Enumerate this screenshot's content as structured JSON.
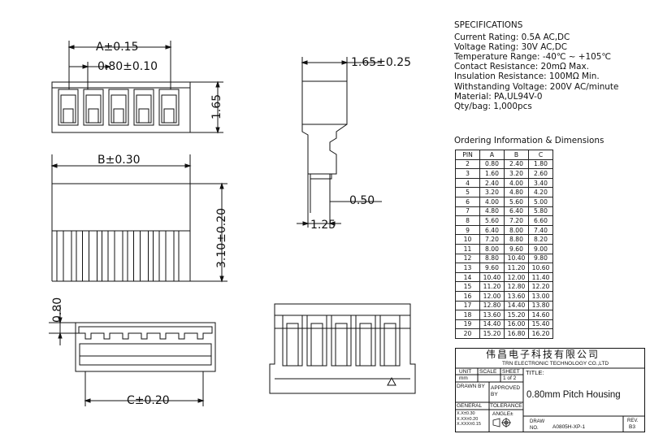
{
  "dimensions": {
    "a": "A±0.15",
    "pitch": "0.80±0.10",
    "height_top": "1.65",
    "side_width": "1.65±0.25",
    "b": "B±0.30",
    "total_height": "3.10±0.20",
    "pin_thickness": "0.50",
    "side_depth": "1.25",
    "bottom_height": "0.80",
    "c": "C±0.20"
  },
  "specifications": {
    "title": "SPECIFICATIONS",
    "lines": [
      "Current Rating: 0.5A AC,DC",
      "Voltage Rating: 30V AC,DC",
      "Temperature Range: -40℃ ~ +105℃",
      "Contact Resistance: 20mΩ Max.",
      "Insulation Resistance: 100MΩ Min.",
      "Withstanding Voltage: 200V AC/minute",
      "Material: PA,UL94V-0",
      "Qty/bag: 1,000pcs"
    ]
  },
  "ordering": {
    "title": "Ordering Information & Dimensions",
    "headers": [
      "PIN",
      "A",
      "B",
      "C"
    ],
    "rows": [
      [
        "2",
        "0.80",
        "2.40",
        "1.80"
      ],
      [
        "3",
        "1.60",
        "3.20",
        "2.60"
      ],
      [
        "4",
        "2.40",
        "4.00",
        "3.40"
      ],
      [
        "5",
        "3.20",
        "4.80",
        "4.20"
      ],
      [
        "6",
        "4.00",
        "5.60",
        "5.00"
      ],
      [
        "7",
        "4.80",
        "6.40",
        "5.80"
      ],
      [
        "8",
        "5.60",
        "7.20",
        "6.60"
      ],
      [
        "9",
        "6.40",
        "8.00",
        "7.40"
      ],
      [
        "10",
        "7.20",
        "8.80",
        "8.20"
      ],
      [
        "11",
        "8.00",
        "9.60",
        "9.00"
      ],
      [
        "12",
        "8.80",
        "10.40",
        "9.80"
      ],
      [
        "13",
        "9.60",
        "11.20",
        "10.60"
      ],
      [
        "14",
        "10.40",
        "12.00",
        "11.40"
      ],
      [
        "15",
        "11.20",
        "12.80",
        "12.20"
      ],
      [
        "16",
        "12.00",
        "13.60",
        "13.00"
      ],
      [
        "17",
        "12.80",
        "14.40",
        "13.80"
      ],
      [
        "18",
        "13.60",
        "15.20",
        "14.60"
      ],
      [
        "19",
        "14.40",
        "16.00",
        "15.40"
      ],
      [
        "20",
        "15.20",
        "16.80",
        "16.20"
      ]
    ]
  },
  "title_block": {
    "company_cn": "伟昌电子科技有限公司",
    "company_en": "TRN ELECTRONIC TECHNOLOGY CO.,LTD",
    "unit_label": "UNIT",
    "unit_value": "mm",
    "scale_label": "SCALE",
    "sheet_label": "SHEET",
    "sheet_value": "1 of 2",
    "title_label": "TITLE:",
    "title": "0.80mm Pitch Housing",
    "drawn_by": "DRAWN BY",
    "approved_by": "APPROVED BY",
    "general": "GENERAL",
    "tolerance": "TOLERANCE",
    "tol_1": "X.X±0.30",
    "tol_2": "X.XX±0.20",
    "tol_3": "X.XXX±0.15",
    "angle": "ANGLE±",
    "draw_label": "DRAW",
    "no_label": "NO.",
    "drawing_no": "A0805H-XP-1",
    "rev_label": "REV.",
    "rev_value": "B3"
  }
}
